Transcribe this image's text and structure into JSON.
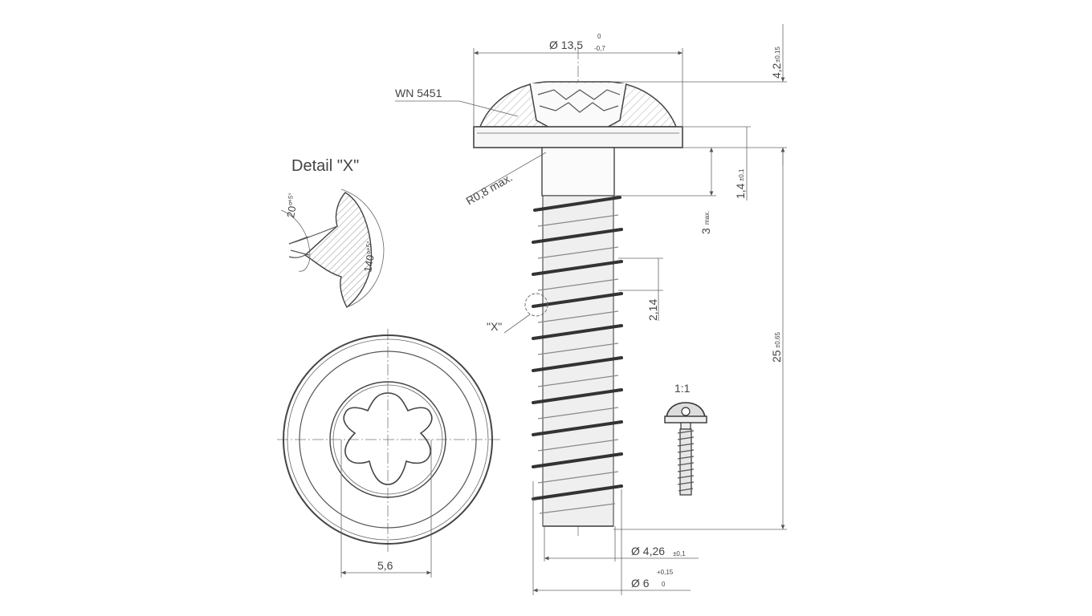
{
  "drawing": {
    "detail_title": "Detail \"X\"",
    "detail_angle_top": "20°",
    "detail_angle_top_tol": "+5°",
    "detail_angle_side": "140°",
    "detail_angle_side_tol": "+5°",
    "standard_label": "WN 5451",
    "head_diameter": "Ø 13,5",
    "head_diameter_tol_upper": "0",
    "head_diameter_tol_lower": "-0,7",
    "head_height": "4,2",
    "head_height_tol": "±0,15",
    "radius_note": "R0,8 max.",
    "flange_height": "1,4",
    "flange_height_tol": "±0,1",
    "underhead_length": "3",
    "underhead_length_tol": "max.",
    "pitch": "2,14",
    "detail_ref": "\"X\"",
    "total_length": "25",
    "total_length_tol": "±0,65",
    "scale_label": "1:1",
    "core_diameter": "Ø 4,26",
    "core_diameter_tol": "±0,1",
    "thread_diameter": "Ø 6",
    "thread_diameter_tol_upper": "+0,15",
    "thread_diameter_tol_lower": "0",
    "drive_size": "5,6"
  }
}
